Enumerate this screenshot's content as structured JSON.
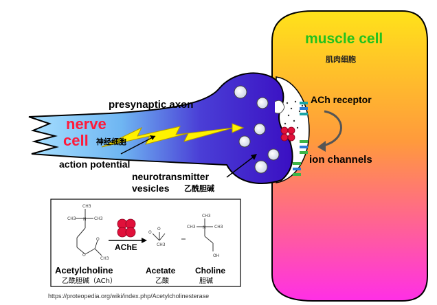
{
  "labels": {
    "muscle_cell": "muscle cell",
    "muscle_cell_cn": "肌肉细胞",
    "presynaptic_axon": "presynaptic axon",
    "ach_receptor": "ACh receptor",
    "nerve": "nerve",
    "cell": "cell",
    "nerve_cell_cn": "神经细胞",
    "ion_channels": "ion channels",
    "action_potential": "action potential",
    "neurotransmitter": "neurotransmitter",
    "vesicles": "vesicles",
    "vesicles_cn": "乙酰胆碱"
  },
  "reaction": {
    "enzyme": "AChE",
    "acetylcholine": "Acetylcholine",
    "acetylcholine_cn": "乙酰胆碱（ACh）",
    "acetate": "Acetate",
    "acetate_cn": "乙酸",
    "choline": "Choline",
    "choline_cn": "胆碱"
  },
  "source_url": "https://proteopedia.org/wiki/index.php/Acetylcholinesterase",
  "colors": {
    "muscle_top": "#ffe21a",
    "muscle_mid": "#ff9a3c",
    "muscle_bottom": "#ff2fe6",
    "axon_dark": "#3a0fc2",
    "axon_light": "#9fd8ff",
    "green_label": "#22c21e",
    "red_label": "#ff1a3a",
    "enzyme_red": "#e0103a",
    "lightning": "#fff200"
  }
}
